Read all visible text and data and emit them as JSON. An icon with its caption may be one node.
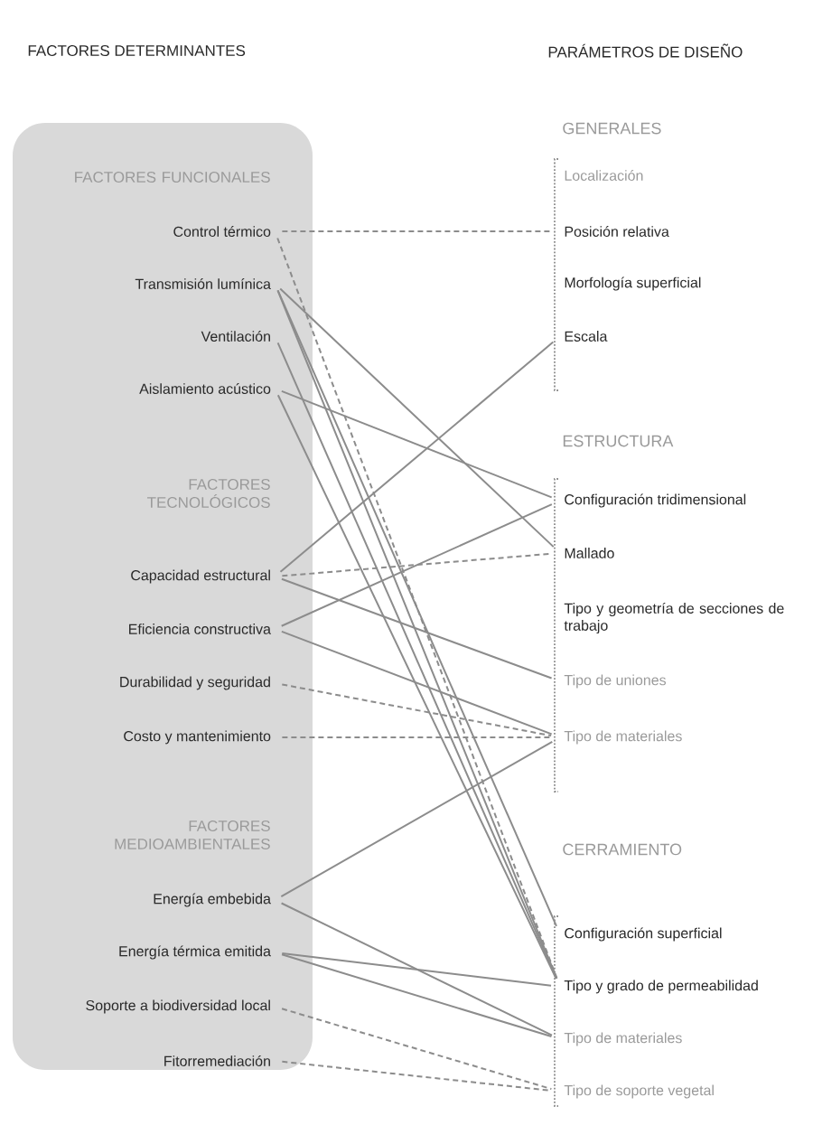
{
  "diagram": {
    "nodes": [
      {
        "text": [
          "FACTORES FUNCIONALES",
          "FACTORES TECNOLÓGICOS",
          "FACTORES MEDIOAMBIENTALES"
        ]
      },
      {
        "text": [
          "Control térmico"
        ],
        "in": 0
      },
      {
        "text": [
          "Transmisión lumínica"
        ],
        "in": 0
      },
      {
        "text": [
          "Ventilación"
        ],
        "in": 0
      },
      {
        "text": [
          "Aislamiento acústico"
        ],
        "in": 0
      },
      {
        "text": [
          "Capacidad estructural"
        ],
        "in": 0
      },
      {
        "text": [
          "Eficiencia constructiva"
        ],
        "in": 0
      },
      {
        "text": [
          "Durabilidad y seguridad"
        ],
        "in": 0
      },
      {
        "text": [
          "Costo y mantenimiento"
        ],
        "in": 0
      },
      {
        "text": [
          "Energía embebida"
        ],
        "in": 0
      },
      {
        "text": [
          "Energía térmica emitida"
        ],
        "in": 0
      },
      {
        "text": [
          "Soporte a biodiversidad local"
        ],
        "in": 0
      },
      {
        "text": [
          "Fitorremediación"
        ],
        "in": 0
      },
      {
        "text": [
          "Localización"
        ]
      },
      {
        "text": [
          "Posición relativa"
        ]
      },
      {
        "text": [
          "Morfología superficial"
        ]
      },
      {
        "text": [
          "Escala"
        ]
      },
      {
        "text": [
          "Configuración tridimensional"
        ]
      },
      {
        "text": [
          "Mallado"
        ]
      },
      {
        "text": [
          "Tipo y geometría de secciones de trabajo"
        ]
      },
      {
        "text": [
          "Tipo de uniones"
        ]
      },
      {
        "text": [
          "Tipo de materiales"
        ]
      },
      {
        "text": [
          "Configuración superficial"
        ]
      },
      {
        "text": [
          "Tipo y grado de permeabilidad"
        ]
      },
      {
        "text": [
          "Tipo de materiales"
        ]
      },
      {
        "text": [
          "Tipo de soporte vegetal"
        ]
      }
    ],
    "edges": [
      {
        "from": 1,
        "to": 14,
        "arrow": "none",
        "style": "dashed"
      },
      {
        "from": 1,
        "to": 23,
        "arrow": "none",
        "style": "dashed"
      },
      {
        "from": 2,
        "to": 18,
        "arrow": "none"
      },
      {
        "from": 2,
        "to": 22,
        "arrow": "none"
      },
      {
        "from": 2,
        "to": 23,
        "arrow": "none"
      },
      {
        "from": 3,
        "to": 23,
        "arrow": "none"
      },
      {
        "from": 4,
        "to": 17,
        "arrow": "none"
      },
      {
        "from": 4,
        "to": 23,
        "arrow": "none"
      },
      {
        "from": 5,
        "to": 16,
        "arrow": "none"
      },
      {
        "from": 5,
        "to": 18,
        "arrow": "none",
        "style": "dashed"
      },
      {
        "from": 5,
        "to": 20,
        "arrow": "none"
      },
      {
        "from": 6,
        "to": 17,
        "arrow": "none"
      },
      {
        "from": 6,
        "to": 21,
        "arrow": "none"
      },
      {
        "from": 7,
        "to": 21,
        "arrow": "none",
        "style": "dashed"
      },
      {
        "from": 8,
        "to": 21,
        "arrow": "none",
        "style": "dashed"
      },
      {
        "from": 9,
        "to": 21,
        "arrow": "none"
      },
      {
        "from": 9,
        "to": 24,
        "arrow": "none"
      },
      {
        "from": 10,
        "to": 23,
        "arrow": "none"
      },
      {
        "from": 10,
        "to": 24,
        "arrow": "none"
      },
      {
        "from": 11,
        "to": 25,
        "arrow": "none",
        "style": "dashed"
      },
      {
        "from": 12,
        "to": 25,
        "arrow": "none",
        "style": "dashed"
      }
    ],
    "labels": [
      "FACTORES DETERMINANTES",
      "PARÁMETROS DE DISEÑO",
      "GENERALES",
      "ESTRUCTURA",
      "CERRAMIENTO"
    ]
  }
}
